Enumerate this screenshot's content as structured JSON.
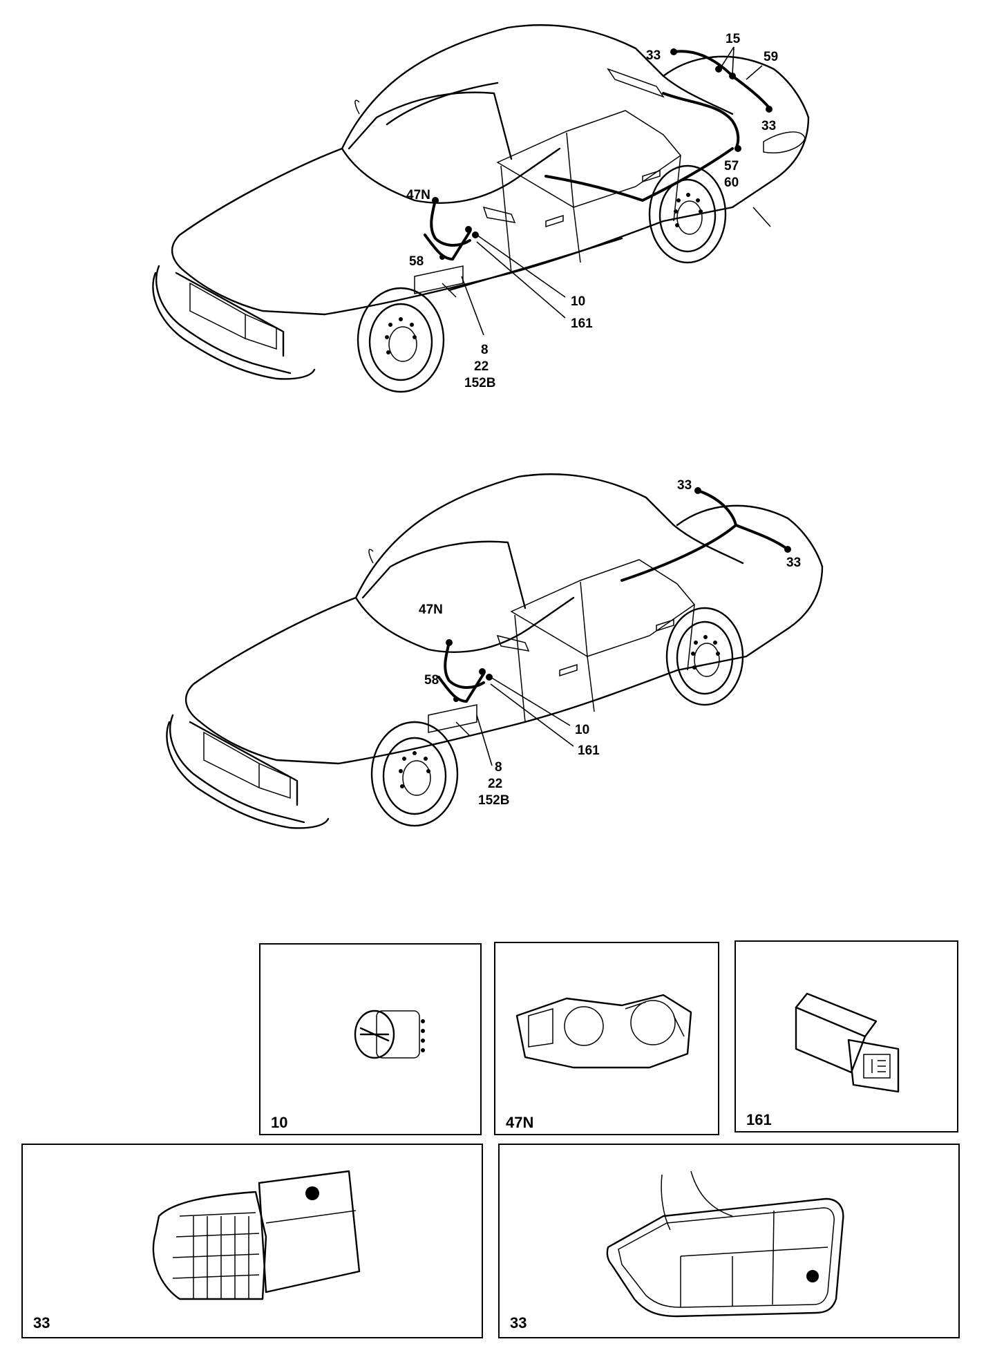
{
  "car_top": {
    "labels": {
      "l_33a": "33",
      "l_15": "15",
      "l_59": "59",
      "l_33b": "33",
      "l_57": "57",
      "l_60": "60",
      "l_47n": "47N",
      "l_58": "58",
      "l_10": "10",
      "l_161": "161",
      "l_8": "8",
      "l_22": "22",
      "l_152b": "152B"
    }
  },
  "car_bottom": {
    "labels": {
      "l_33a": "33",
      "l_33b": "33",
      "l_47n": "47N",
      "l_58": "58",
      "l_10": "10",
      "l_161": "161",
      "l_8": "8",
      "l_22": "22",
      "l_152b": "152B"
    }
  },
  "panels": {
    "p10": "10",
    "p47n": "47N",
    "p161": "161",
    "p33a": "33",
    "p33b": "33"
  }
}
